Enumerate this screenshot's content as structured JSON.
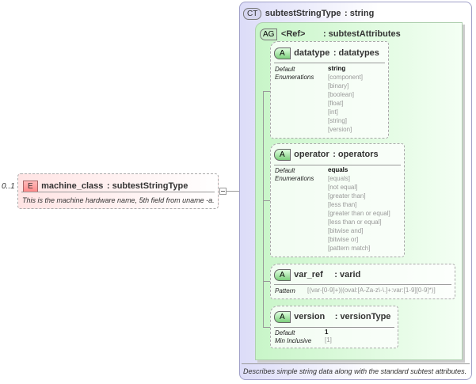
{
  "element": {
    "occurrence": "0..1",
    "badge": "E",
    "name": "machine_class",
    "type": ": subtestStringType",
    "description": "This is the machine hardware name, 5th field from uname -a."
  },
  "complex_type": {
    "badge": "CT",
    "name": "subtestStringType",
    "type": ": string",
    "description": "Describes simple string data along with the standard subtest attributes."
  },
  "attribute_group": {
    "badge": "AG",
    "name": "<Ref>",
    "type": ": subtestAttributes"
  },
  "attributes": [
    {
      "badge": "A",
      "name": "datatype",
      "type": ": datatypes",
      "default_label": "Default",
      "default": "string",
      "enum_label": "Enumerations",
      "enumerations": [
        "[component]",
        "[binary]",
        "[boolean]",
        "[float]",
        "[int]",
        "[string]",
        "[version]"
      ]
    },
    {
      "badge": "A",
      "name": "operator",
      "type": ": operators",
      "default_label": "Default",
      "default": "equals",
      "enum_label": "Enumerations",
      "enumerations": [
        "[equals]",
        "[not equal]",
        "[greater than]",
        "[less than]",
        "[greater than or equal]",
        "[less than or equal]",
        "[bitwise and]",
        "[bitwise or]",
        "[pattern match]"
      ]
    },
    {
      "badge": "A",
      "name": "var_ref",
      "type": ": varid",
      "pattern_label": "Pattern",
      "pattern": "[(var-[0-9]+)|(oval:[A-Za-z\\-\\.]+:var:[1-9][0-9]*)]"
    },
    {
      "badge": "A",
      "name": "version",
      "type": ": versionType",
      "default_label": "Default",
      "default": "1",
      "min_label": "Min Inclusive",
      "min": "[1]"
    }
  ],
  "colors": {
    "element_bg": "#ffe4e4",
    "complex_type_bg": "#dcdcf8",
    "attribute_group_bg": "#c8f5c8"
  }
}
